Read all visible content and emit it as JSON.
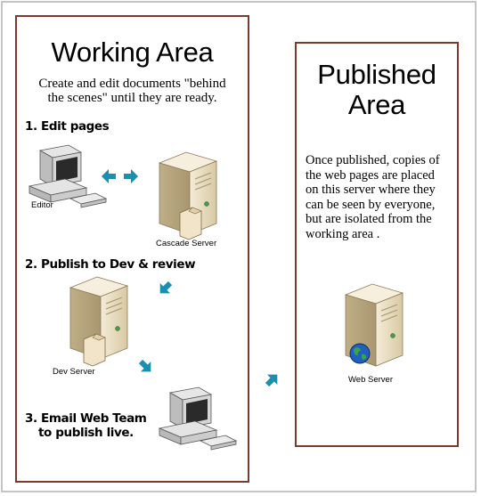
{
  "working_area": {
    "title": "Working Area",
    "description": "Create and edit documents \"behind the scenes\" until they are ready.",
    "steps": [
      {
        "label": "1. Edit pages"
      },
      {
        "label": "2. Publish to Dev & review"
      },
      {
        "label_line1": "3. Email Web Team",
        "label_line2": "to publish live."
      }
    ],
    "captions": {
      "editor": "Editor",
      "cascade": "Cascade Server",
      "dev": "Dev Server"
    }
  },
  "published_area": {
    "title_line1": "Published",
    "title_line2": "Area",
    "description": "Once published, copies of the web pages are placed on this server where they can be seen by everyone, but are isolated from the working area .",
    "caption": "Web Server"
  },
  "colors": {
    "panel_border": "#7b3b2a",
    "arrow": "#1a8fb0",
    "server_body": "#e8dcc0"
  },
  "icons": [
    "computer-icon",
    "server-icon",
    "document-icon",
    "globe-icon",
    "arrow-icon"
  ]
}
